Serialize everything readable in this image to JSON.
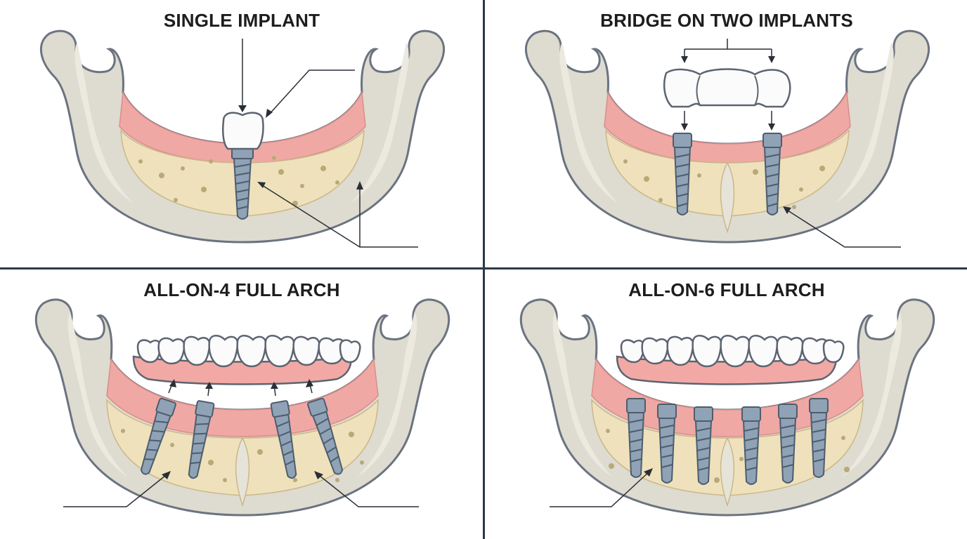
{
  "panels": [
    {
      "id": "single",
      "title": "SINGLE IMPLANT"
    },
    {
      "id": "bridge",
      "title": "BRIDGE ON TWO IMPLANTS"
    },
    {
      "id": "all4",
      "title": "ALL-ON-4 FULL ARCH"
    },
    {
      "id": "all6",
      "title": "ALL-ON-6 FULL ARCH"
    }
  ],
  "colors": {
    "bone": "#dedbd0",
    "gum": "#f0a8a4",
    "marrow": "#efe1bb",
    "implant": "#8fa2b6",
    "crown": "#fbfbfb",
    "outline": "#5c6470",
    "divider": "#2b3a4a"
  }
}
